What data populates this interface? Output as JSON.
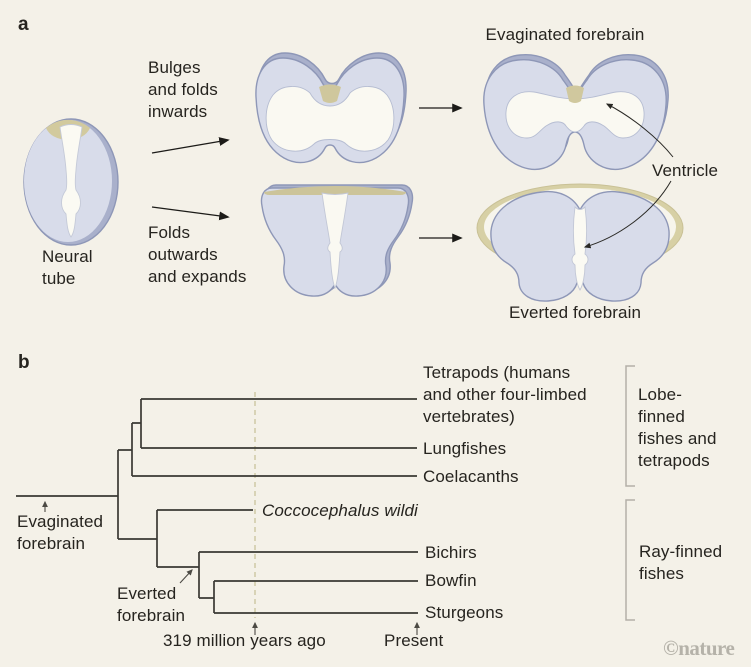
{
  "colors": {
    "background": "#f4f1e8",
    "text": "#26241f",
    "brain_fill": "#d8dcea",
    "brain_outline": "#8e97b7",
    "brain_shadow": "#a9b0cb",
    "tan_accent": "#d2ca9e",
    "olive_rim": "#d7d0a5",
    "ventricle_white": "#fbfaf3",
    "tree_line": "#3a3934",
    "dashed_line": "#c9c39c",
    "bracket": "#b3b0a7",
    "logo_gray": "#b5b2a9"
  },
  "panel_a": {
    "panel_label": "a",
    "neural_tube_label": "Neural\ntube",
    "top_process_label": "Bulges\nand folds\ninwards",
    "bottom_process_label": "Folds\noutwards\nand expands",
    "evaginated_label": "Evaginated forebrain",
    "ventricle_label": "Ventricle",
    "everted_label": "Everted forebrain"
  },
  "panel_b": {
    "panel_label": "b",
    "taxa": [
      {
        "name": "Tetrapods (humans\nand other four-limbed\nvertebrates)"
      },
      {
        "name": "Lungfishes"
      },
      {
        "name": "Coelacanths"
      },
      {
        "name": "Coccocephalus wildi"
      },
      {
        "name": "Bichirs"
      },
      {
        "name": "Bowfin"
      },
      {
        "name": "Sturgeons"
      }
    ],
    "annotations": {
      "evaginated": "Evaginated\nforebrain",
      "everted": "Everted\nforebrain",
      "time_marker": "319 million years ago",
      "present": "Present"
    },
    "groups": [
      {
        "label": "Lobe-\nfinned\nfishes and\ntetrapods"
      },
      {
        "label": "Ray-finned\nfishes"
      }
    ]
  },
  "footer": {
    "logo": "©nature"
  }
}
